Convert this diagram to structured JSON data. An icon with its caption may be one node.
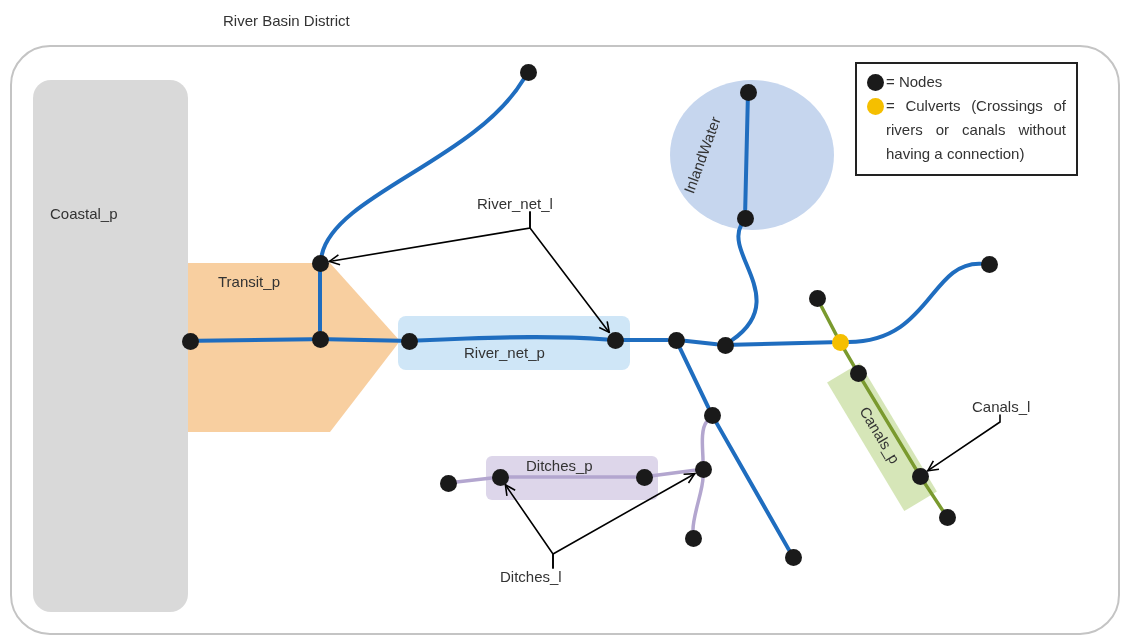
{
  "diagram": {
    "nodes": [
      {
        "text": [
          "River Basin District"
        ]
      },
      {
        "text": [
          "Coastal_p"
        ],
        "in": 0
      },
      {
        "text": [
          "Transit_p"
        ],
        "in": 0
      },
      {
        "text": [
          "River_net_p"
        ],
        "in": 0
      },
      {
        "text": [
          "InlandWater"
        ],
        "in": 0
      },
      {
        "text": [
          "River_net_l"
        ],
        "in": 0
      },
      {
        "text": [
          "Ditches_p"
        ],
        "in": 0
      },
      {
        "text": [
          "Canals_p"
        ],
        "in": 0
      },
      {
        "text": [
          "Canals_l"
        ],
        "in": 0
      },
      {
        "text": [
          "Ditches_l"
        ],
        "in": 0
      },
      {
        "text": [],
        "shape": "circle",
        "in": 0
      },
      {
        "text": [],
        "shape": "circle",
        "in": 0
      },
      {
        "text": [],
        "shape": "circle",
        "in": 0
      },
      {
        "text": [],
        "shape": "circle",
        "in": 2
      },
      {
        "text": [],
        "shape": "circle",
        "in": 3
      },
      {
        "text": [],
        "shape": "circle",
        "in": 3
      },
      {
        "text": [],
        "shape": "circle",
        "in": 0
      },
      {
        "text": [],
        "shape": "circle",
        "in": 0
      },
      {
        "text": [],
        "shape": "circle",
        "in": 4
      },
      {
        "text": [],
        "shape": "circle",
        "in": 4
      },
      {
        "text": [],
        "shape": "circle",
        "in": 0
      },
      {
        "text": [],
        "shape": "circle",
        "in": 0
      },
      {
        "text": [],
        "shape": "circle",
        "in": 0
      },
      {
        "text": [],
        "shape": "circle",
        "in": 7
      },
      {
        "text": [],
        "shape": "circle",
        "in": 7
      },
      {
        "text": [],
        "shape": "circle",
        "in": 0
      },
      {
        "text": [],
        "shape": "circle",
        "in": 0
      },
      {
        "text": [],
        "shape": "circle",
        "in": 0
      },
      {
        "text": [],
        "shape": "circle",
        "in": 6
      },
      {
        "text": [],
        "shape": "circle",
        "in": 6
      },
      {
        "text": [],
        "shape": "circle",
        "in": 0
      },
      {
        "text": [],
        "shape": "circle",
        "in": 0
      },
      {
        "text": [],
        "shape": "circle",
        "in": 0
      }
    ],
    "edges": [
      {
        "from": 10,
        "to": 11,
        "arrow": "none"
      },
      {
        "from": 11,
        "to": 13,
        "arrow": "none"
      },
      {
        "from": 12,
        "to": 13,
        "arrow": "none"
      },
      {
        "from": 13,
        "to": 14,
        "arrow": "none"
      },
      {
        "from": 14,
        "to": 15,
        "arrow": "none"
      },
      {
        "from": 15,
        "to": 16,
        "arrow": "none"
      },
      {
        "from": 16,
        "to": 17,
        "arrow": "none"
      },
      {
        "from": 17,
        "to": 19,
        "arrow": "none"
      },
      {
        "from": 19,
        "to": 18,
        "arrow": "none"
      },
      {
        "from": 17,
        "to": 22,
        "arrow": "none"
      },
      {
        "from": 22,
        "to": 20,
        "arrow": "none"
      },
      {
        "from": 21,
        "to": 22,
        "arrow": "none",
        "color": "#7a9a2e"
      },
      {
        "from": 22,
        "to": 23,
        "arrow": "none",
        "color": "#7a9a2e"
      },
      {
        "from": 23,
        "to": 24,
        "arrow": "none",
        "color": "#7a9a2e"
      },
      {
        "from": 24,
        "to": 25,
        "arrow": "none",
        "color": "#7a9a2e"
      },
      {
        "from": 16,
        "to": 26,
        "arrow": "none"
      },
      {
        "from": 26,
        "to": 32,
        "arrow": "none"
      },
      {
        "from": 26,
        "to": 27,
        "arrow": "none",
        "color": "#b3a6cf"
      },
      {
        "from": 27,
        "to": 29,
        "arrow": "none",
        "color": "#b3a6cf"
      },
      {
        "from": 29,
        "to": 28,
        "arrow": "none",
        "color": "#b3a6cf"
      },
      {
        "from": 28,
        "to": 30,
        "arrow": "none",
        "color": "#b3a6cf"
      },
      {
        "from": 27,
        "to": 31,
        "arrow": "none",
        "color": "#b3a6cf"
      },
      {
        "from": 5,
        "to": 11,
        "arrow": "to",
        "color": "#000000"
      },
      {
        "from": 5,
        "to": 15,
        "arrow": "to",
        "color": "#000000"
      },
      {
        "from": 9,
        "to": 28,
        "arrow": "to",
        "color": "#000000"
      },
      {
        "from": 9,
        "to": 27,
        "arrow": "to",
        "color": "#000000"
      },
      {
        "from": 8,
        "to": 24,
        "arrow": "to",
        "color": "#000000"
      }
    ],
    "legend": [
      {
        "text": "= Nodes",
        "color": "#1a1a1a"
      },
      {
        "text": "= Culverts (Crossings of rivers or canals without having a connection)",
        "color": "#f5bf00"
      }
    ]
  }
}
